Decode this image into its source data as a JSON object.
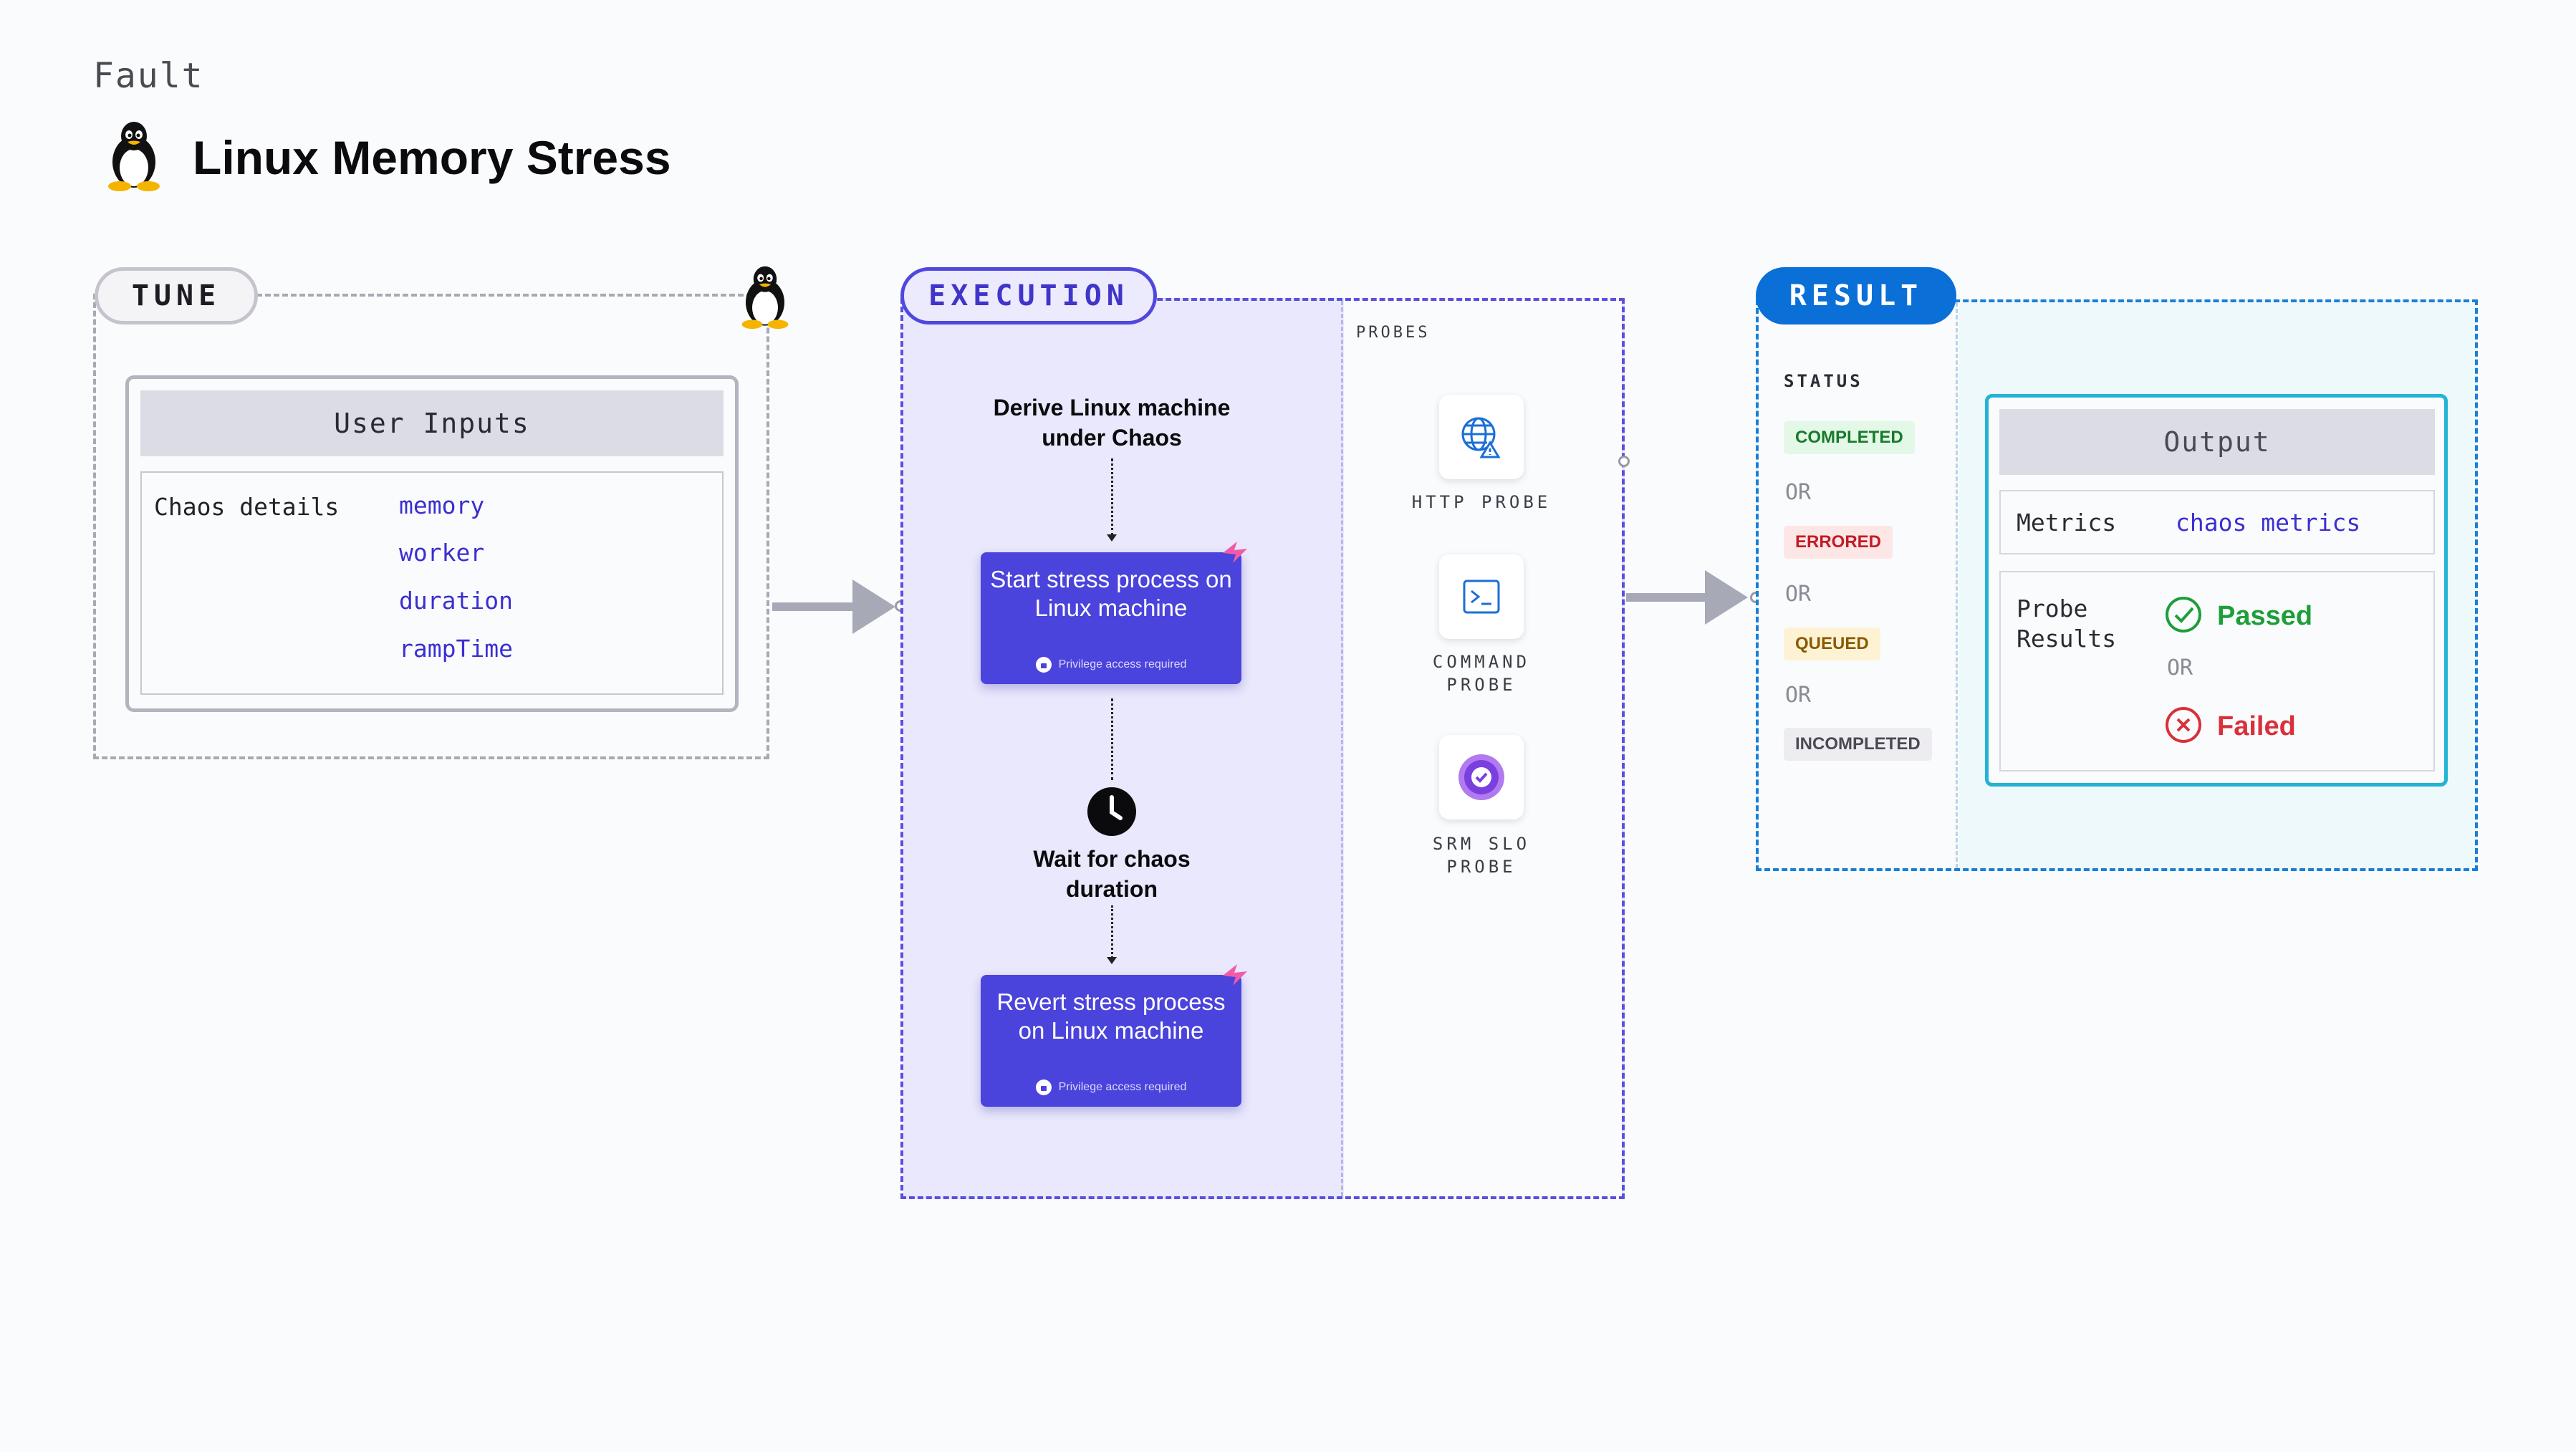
{
  "header": {
    "category": "Fault",
    "title": "Linux Memory Stress",
    "title_icon": "linux-tux-icon"
  },
  "tune": {
    "label": "TUNE",
    "icon": "linux-tux-icon",
    "user_inputs_title": "User Inputs",
    "chaos_details_label": "Chaos details",
    "params": [
      "memory",
      "worker",
      "duration",
      "rampTime"
    ]
  },
  "execution": {
    "label": "EXECUTION",
    "step1": "Derive Linux machine under Chaos",
    "card1": "Start stress process on Linux machine",
    "card_note": "Privilege access required",
    "wait_step": "Wait for chaos duration",
    "card2": "Revert stress process on Linux machine",
    "probes_title": "PROBES",
    "probes": [
      {
        "label": "HTTP PROBE",
        "icon": "http-globe-icon"
      },
      {
        "label": "COMMAND PROBE",
        "icon": "terminal-icon"
      },
      {
        "label": "SRM SLO PROBE",
        "icon": "srm-slo-icon"
      }
    ]
  },
  "result": {
    "label": "RESULT",
    "status_title": "STATUS",
    "statuses": [
      "COMPLETED",
      "ERRORED",
      "QUEUED",
      "INCOMPLETED"
    ],
    "or_text": "OR",
    "output_title": "Output",
    "metrics_label": "Metrics",
    "metrics_value": "chaos metrics",
    "probe_results_label": "Probe Results",
    "passed": "Passed",
    "failed": "Failed"
  },
  "colors": {
    "accent_purple": "#4a43dc",
    "result_blue": "#0a6fd6",
    "passed_green": "#1e9e3a",
    "failed_red": "#d9303a"
  }
}
